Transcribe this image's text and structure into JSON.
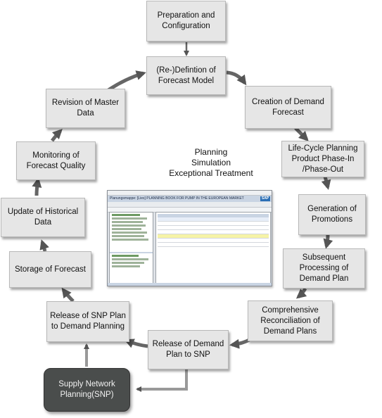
{
  "nodes": {
    "preparation": "Preparation and\nConfiguration",
    "redefinition": "(Re-)Defintion of\nForecast Model",
    "creation": "Creation of Demand\nForecast",
    "lifecycle": "Life-Cycle Planning\nProduct Phase-In\n/Phase-Out",
    "promotions": "Generation of\nPromotions",
    "subsequent": "Subsequent\nProcessing of\nDemand Plan",
    "reconciliation": "Comprehensive\nReconciliation of\nDemand Plans",
    "release_demand": "Release of Demand\nPlan to SNP",
    "release_snp": "Release of SNP Plan\nto Demand Planning",
    "storage": "Storage of Forecast",
    "update": "Update of Historical\nData",
    "monitoring": "Monitoring of\nForecast Quality",
    "revision": "Revision of Master\nData",
    "snp": "Supply Network\nPlanning(SNP)"
  },
  "center": {
    "line1": "Planning",
    "line2": "Simulation",
    "line3": "Exceptional Treatment"
  },
  "screenshot": {
    "title": "Planungsmappe: [Lies] PLANNING BOOK FOR PUMP IN THE EUROPEAN MARKET",
    "logo": "SAP"
  },
  "colors": {
    "box_fill": "#e6e6e6",
    "arrow": "#555555",
    "snp_fill": "#4a4d4c"
  }
}
